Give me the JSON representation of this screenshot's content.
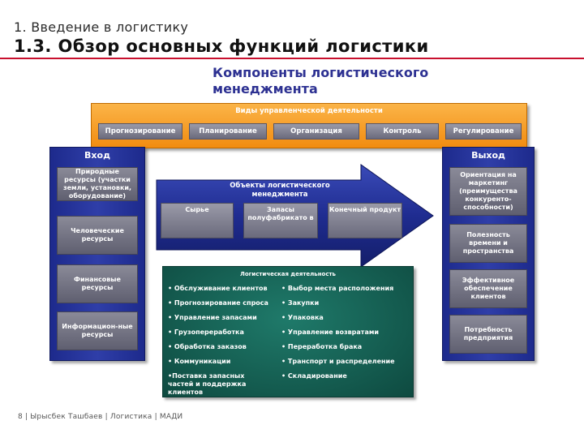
{
  "header": {
    "section_title": "1. Введение в логистику",
    "slide_title": "1.3. Обзор основных функций логистики"
  },
  "diagram": {
    "title": "Компоненты логистического менеджмента",
    "management_activities": {
      "title": "Виды управленческой деятельности",
      "items": [
        "Прогнозирование",
        "Планирование",
        "Организация",
        "Контроль",
        "Регулирование"
      ]
    },
    "input": {
      "title": "Вход",
      "items": [
        "Природные ресурсы (участки земли, установки, оборудование)",
        "Человеческие ресурсы",
        "Финансовые ресурсы",
        "Информацион-ные ресурсы"
      ]
    },
    "objects": {
      "title": "Объекты логистического менеджмента",
      "items": [
        "Сырье",
        "Запасы полуфабрикато в",
        "Конечный продукт"
      ]
    },
    "output": {
      "title": "Выход",
      "items": [
        "Ориентация на маркетинг (преимущества конкуренто-способности)",
        "Полезность времени и пространства",
        "Эффективное обеспечение клиентов",
        "Потребность предприятия"
      ]
    },
    "logistics_activity": {
      "title": "Логистическая деятельность",
      "left": [
        "• Обслуживание клиентов",
        "• Прогнозирование спроса",
        "• Управление запасами",
        "• Грузопереработка",
        "• Обработка заказов",
        "• Коммуникации",
        "•Поставка запасных частей и поддержка клиентов"
      ],
      "right": [
        "• Выбор места расположения",
        "• Закупки",
        "• Упаковка",
        "• Управление возвратами",
        "• Переработка брака",
        "• Транспорт и распределение",
        "• Складирование"
      ]
    }
  },
  "footer": {
    "text": "8 | Ырысбек Ташбаев | Логистика | МАДИ"
  },
  "colors": {
    "accent_rule": "#c8102e",
    "diagram_title": "#2d3192",
    "orange_bar": "#f28c10",
    "side_columns": "#1d2a8c",
    "item_gray": "#6a6a7c",
    "teal_block": "#0e4a40"
  }
}
